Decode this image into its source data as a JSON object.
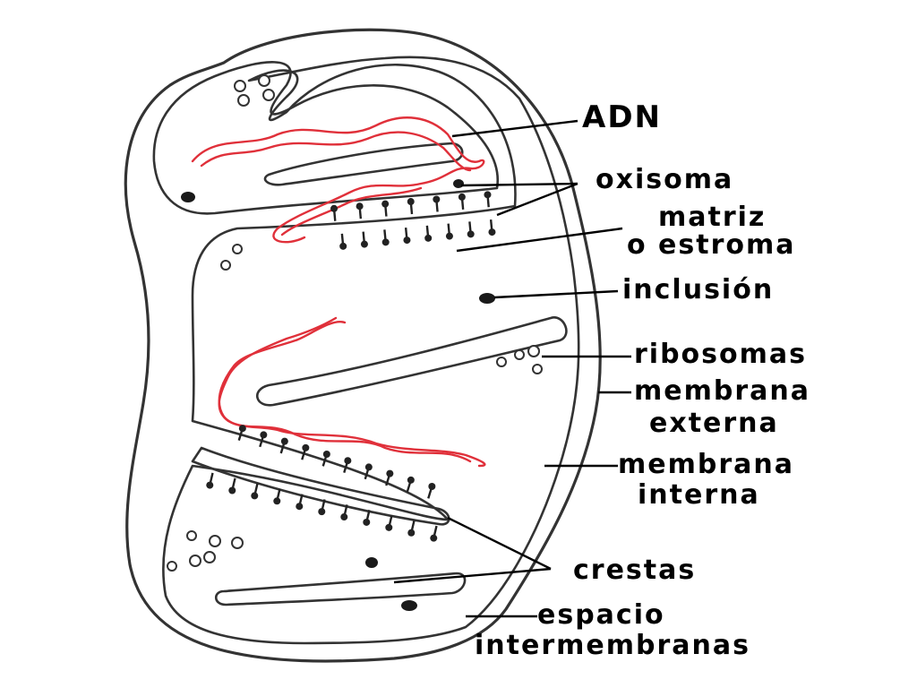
{
  "colors": {
    "dna": "#e0303a",
    "outline": "#333333",
    "text": "#000000"
  },
  "labels": {
    "adn": "ADN",
    "oxisoma": "oxisoma",
    "matriz_line1": "matriz",
    "matriz_line2": "o estroma",
    "inclusion": "inclusión",
    "ribosomas": "ribosomas",
    "membrana_externa_line1": "membrana",
    "membrana_externa_line2": "externa",
    "membrana_interna_line1": "membrana",
    "membrana_interna_line2": "interna",
    "crestas": "crestas",
    "espacio_line1": "espacio",
    "espacio_line2": "intermembranas"
  }
}
